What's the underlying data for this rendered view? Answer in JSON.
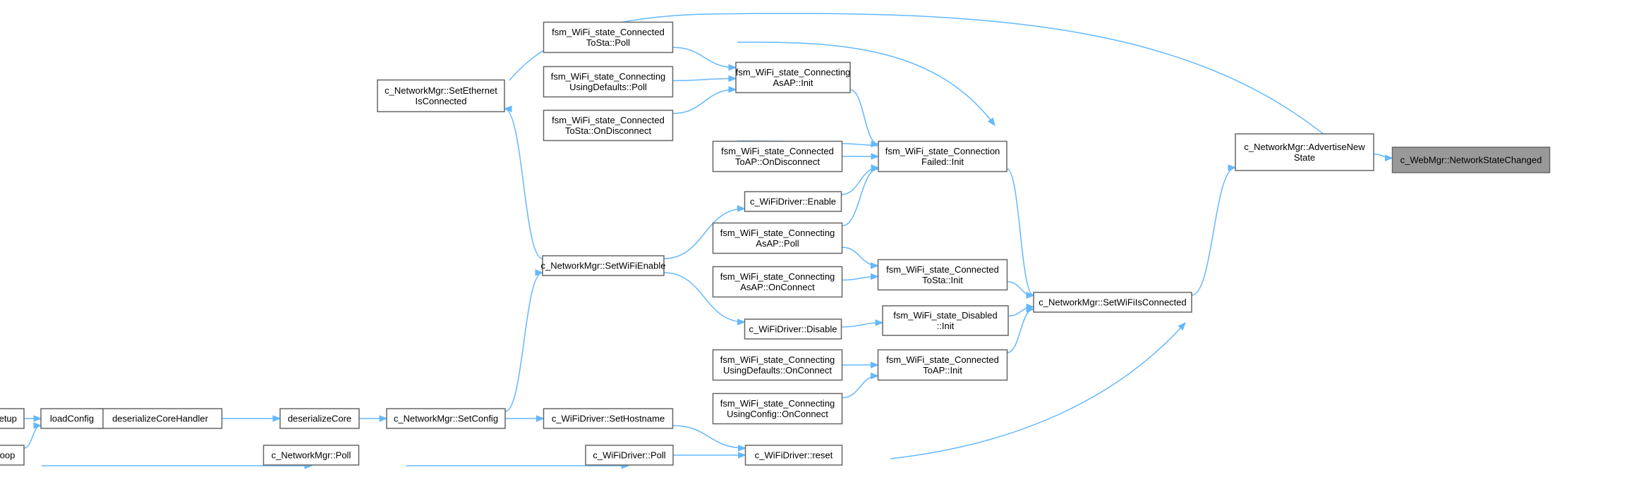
{
  "diagram": {
    "type": "call-graph",
    "edge_color": "#63b8ff",
    "node_border_color": "#666666",
    "highlight_fill": "#999999",
    "nodes": {
      "webmgr_nsc": [
        "c_WebMgr::NetworkStateChanged"
      ],
      "advertise": [
        "c_NetworkMgr::AdvertiseNew",
        "State"
      ],
      "setwifi_conn": [
        "c_NetworkMgr::SetWiFiIsConnected"
      ],
      "setether": [
        "c_NetworkMgr::SetEthernet",
        "IsConnected"
      ],
      "connfailed_init": [
        "fsm_WiFi_state_Connection",
        "Failed::Init"
      ],
      "connsta_init": [
        "fsm_WiFi_state_Connected",
        "ToSta::Init"
      ],
      "disabled_init": [
        "fsm_WiFi_state_Disabled",
        "::Init"
      ],
      "connap_init": [
        "fsm_WiFi_state_Connected",
        "ToAP::Init"
      ],
      "wifidriver_reset": [
        "c_WiFiDriver::reset"
      ],
      "connsta_poll": [
        "fsm_WiFi_state_Connected",
        "ToSta::Poll"
      ],
      "connecting_asap_init": [
        "fsm_WiFi_state_Connecting",
        "AsAP::Init"
      ],
      "connsta_ondisc": [
        "fsm_WiFi_state_Connected",
        "ToSta::OnDisconnect"
      ],
      "connap_ondisc": [
        "fsm_WiFi_state_Connected",
        "ToAP::OnDisconnect"
      ],
      "wifidriver_enable": [
        "c_WiFiDriver::Enable"
      ],
      "connecting_asap_poll": [
        "fsm_WiFi_state_Connecting",
        "AsAP::Poll"
      ],
      "connecting_def_poll": [
        "fsm_WiFi_state_Connecting",
        "UsingDefaults::Poll"
      ],
      "setwifienable": [
        "c_NetworkMgr::SetWiFiEnable"
      ],
      "connecting_asap_onconn": [
        "fsm_WiFi_state_Connecting",
        "AsAP::OnConnect"
      ],
      "wifidriver_disable": [
        "c_WiFiDriver::Disable"
      ],
      "connecting_def_onconn": [
        "fsm_WiFi_state_Connecting",
        "UsingDefaults::OnConnect"
      ],
      "connecting_cfg_onconn": [
        "fsm_WiFi_state_Connecting",
        "UsingConfig::OnConnect"
      ],
      "wifidriver_sethost": [
        "c_WiFiDriver::SetHostname"
      ],
      "wifidriver_poll": [
        "c_WiFiDriver::Poll"
      ],
      "setconfig": [
        "c_NetworkMgr::SetConfig"
      ],
      "networkmgr_poll": [
        "c_NetworkMgr::Poll"
      ],
      "deserializecore": [
        "deserializeCore"
      ],
      "deserializehandler": [
        "deserializeCoreHandler"
      ],
      "loadconfig": [
        "loadConfig"
      ],
      "setup": [
        "setup"
      ],
      "loop": [
        "loop"
      ]
    },
    "edges": [
      [
        "advertise",
        "webmgr_nsc"
      ],
      [
        "setwifi_conn",
        "advertise"
      ],
      [
        "setether",
        "advertise"
      ],
      [
        "connfailed_init",
        "setwifi_conn"
      ],
      [
        "connsta_init",
        "setwifi_conn"
      ],
      [
        "disabled_init",
        "setwifi_conn"
      ],
      [
        "connap_init",
        "setwifi_conn"
      ],
      [
        "wifidriver_reset",
        "setwifi_conn"
      ],
      [
        "connsta_poll",
        "connfailed_init"
      ],
      [
        "connecting_asap_init",
        "connfailed_init"
      ],
      [
        "connsta_ondisc",
        "connfailed_init"
      ],
      [
        "connap_ondisc",
        "connfailed_init"
      ],
      [
        "wifidriver_enable",
        "connfailed_init"
      ],
      [
        "connecting_asap_poll",
        "connfailed_init"
      ],
      [
        "connsta_poll",
        "connecting_asap_init"
      ],
      [
        "connecting_def_poll",
        "connecting_asap_init"
      ],
      [
        "connsta_ondisc",
        "connecting_asap_init"
      ],
      [
        "setwifienable",
        "setether"
      ],
      [
        "setwifienable",
        "wifidriver_enable"
      ],
      [
        "setwifienable",
        "wifidriver_disable"
      ],
      [
        "connecting_asap_poll",
        "connsta_init"
      ],
      [
        "connecting_asap_onconn",
        "connsta_init"
      ],
      [
        "wifidriver_disable",
        "disabled_init"
      ],
      [
        "connecting_def_onconn",
        "connap_init"
      ],
      [
        "connecting_cfg_onconn",
        "connap_init"
      ],
      [
        "wifidriver_sethost",
        "wifidriver_reset"
      ],
      [
        "wifidriver_poll",
        "wifidriver_reset"
      ],
      [
        "setconfig",
        "setwifienable"
      ],
      [
        "setconfig",
        "wifidriver_sethost"
      ],
      [
        "networkmgr_poll",
        "wifidriver_poll"
      ],
      [
        "deserializecore",
        "setconfig"
      ],
      [
        "deserializehandler",
        "deserializecore"
      ],
      [
        "loadconfig",
        "deserializehandler"
      ],
      [
        "setup",
        "loadconfig"
      ],
      [
        "loop",
        "loadconfig"
      ],
      [
        "loop",
        "networkmgr_poll"
      ]
    ]
  }
}
